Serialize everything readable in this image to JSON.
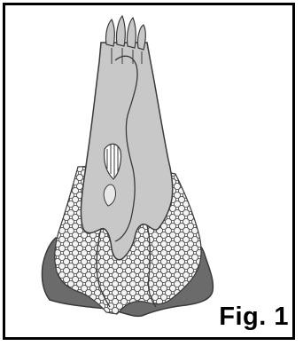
{
  "figure": {
    "caption": "Fig. 1",
    "colors": {
      "frame": "#000000",
      "light_gray": "#c8c8c8",
      "dark_gray": "#6b6b6b",
      "mesh_fill": "#f2f2f2",
      "outline": "#3a3a3a"
    },
    "regions": [
      "upper-part",
      "mesh-region",
      "dark-base",
      "tip-projections",
      "notch"
    ]
  }
}
